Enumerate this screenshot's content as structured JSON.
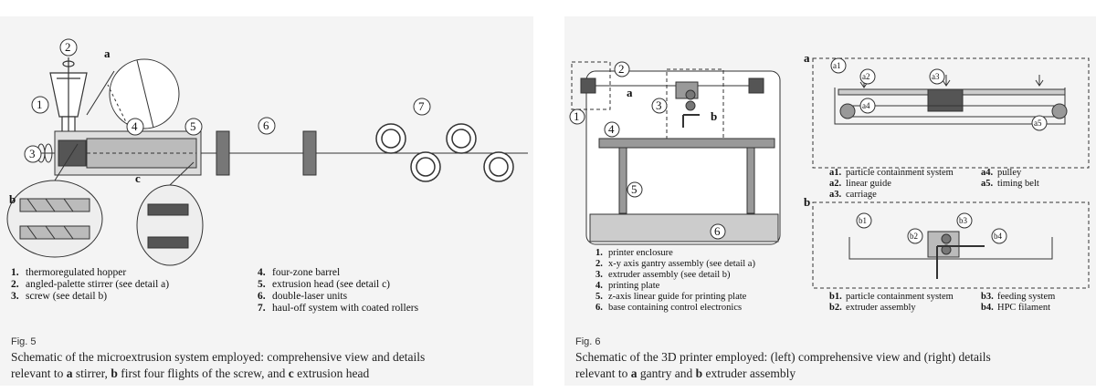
{
  "figure5": {
    "fig_label": "Fig. 5",
    "caption": {
      "line1": "Schematic of the microextrusion system employed: comprehensive view and details",
      "pre_a": "relevant to ",
      "a": "a",
      "mid_a": " stirrer, ",
      "b": "b",
      "mid_b": " first four flights of the screw, and ",
      "c": "c",
      "post_c": " extrusion head"
    },
    "callouts": [
      "1",
      "2",
      "3",
      "4",
      "5",
      "6",
      "7",
      "a",
      "b",
      "c"
    ],
    "legend_left": [
      {
        "num": "1.",
        "text": "thermoregulated hopper"
      },
      {
        "num": "2.",
        "text": "angled-palette stirrer (see detail a)"
      },
      {
        "num": "3.",
        "text": "screw (see detail b)"
      }
    ],
    "legend_right": [
      {
        "num": "4.",
        "text": "four-zone barrel"
      },
      {
        "num": "5.",
        "text": "extrusion head (see detail c)"
      },
      {
        "num": "6.",
        "text": "double-laser units"
      },
      {
        "num": "7.",
        "text": "haul-off system with coated rollers"
      }
    ]
  },
  "figure6": {
    "fig_label": "Fig. 6",
    "caption": {
      "line1": "Schematic of the 3D printer employed: (left) comprehensive view and (right) details",
      "pre_a": "relevant to ",
      "a": "a",
      "mid_a": " gantry and ",
      "b": "b",
      "post_b": " extruder assembly"
    },
    "callouts": [
      "1",
      "2",
      "3",
      "4",
      "5",
      "6",
      "a",
      "b",
      "a1",
      "a2",
      "a3",
      "a4",
      "a5",
      "b1",
      "b2",
      "b3",
      "b4"
    ],
    "legend_left": [
      {
        "num": "1.",
        "text": "printer enclosure"
      },
      {
        "num": "2.",
        "text": "x-y axis gantry assembly (see detail a)"
      },
      {
        "num": "3.",
        "text": "extruder assembly (see detail b)"
      },
      {
        "num": "4.",
        "text": "printing plate"
      },
      {
        "num": "5.",
        "text": "z-axis linear guide for printing plate"
      },
      {
        "num": "6.",
        "text": "base containing control electronics"
      }
    ],
    "legend_a": [
      {
        "num": "a1.",
        "text": "particle containment system"
      },
      {
        "num": "a4.",
        "text": "pulley"
      },
      {
        "num": "a2.",
        "text": "linear guide"
      },
      {
        "num": "a5.",
        "text": "timing belt"
      },
      {
        "num": "a3.",
        "text": "carriage"
      }
    ],
    "legend_b": [
      {
        "num": "b1.",
        "text": "particle containment system"
      },
      {
        "num": "b3.",
        "text": "feeding system"
      },
      {
        "num": "b2.",
        "text": "extruder assembly"
      },
      {
        "num": "b4.",
        "text": "HPC filament"
      }
    ]
  }
}
